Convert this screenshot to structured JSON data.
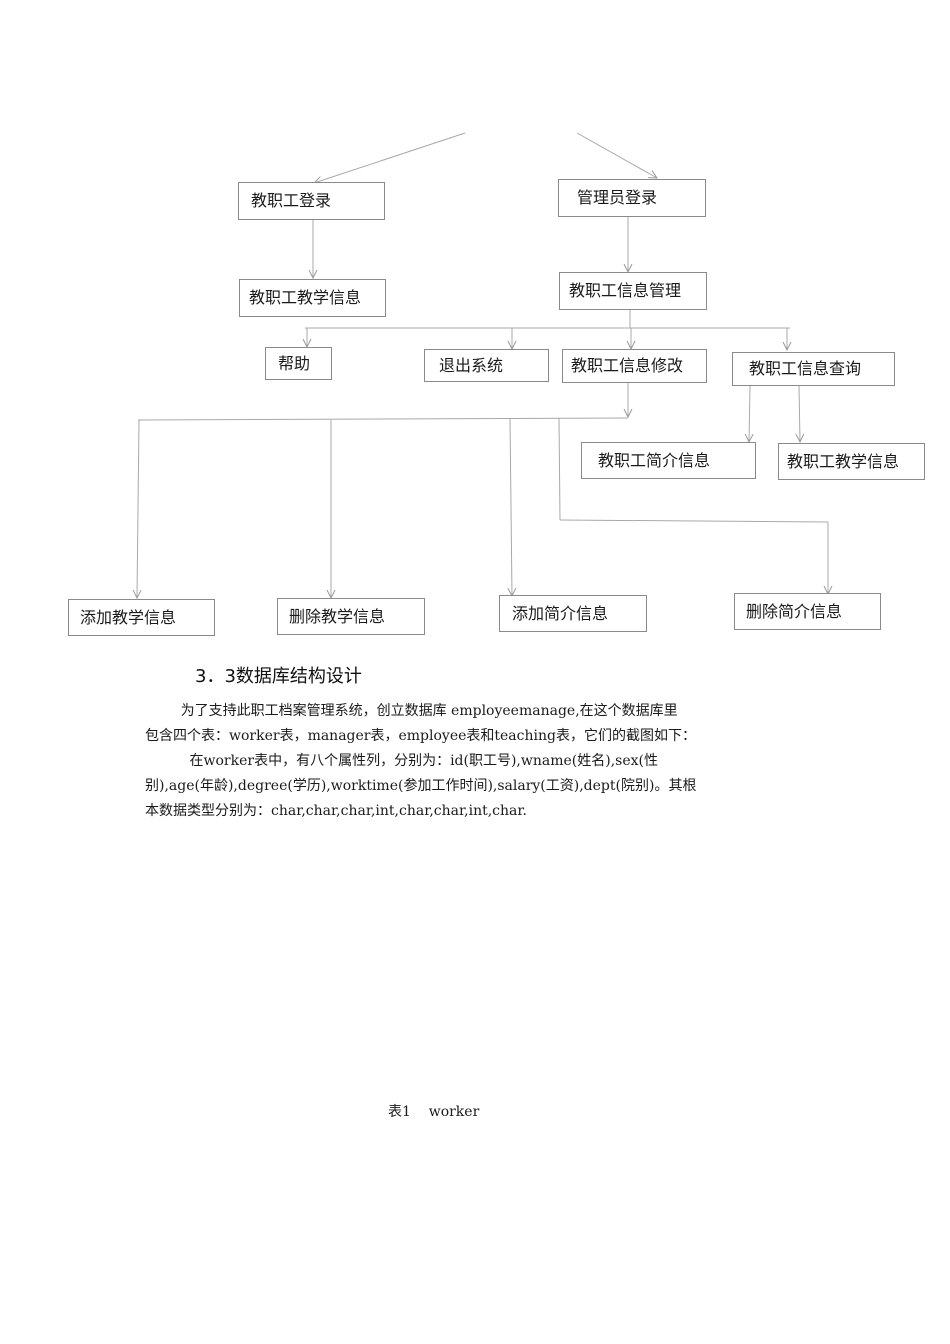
{
  "flowchart": {
    "teacher_login": "教职工登录",
    "admin_login": "管理员登录",
    "teacher_teaching_info_top": "教职工教学信息",
    "teacher_info_management": "教职工信息管理",
    "help": "帮助",
    "exit_system": "退出系统",
    "teacher_info_modify": "教职工信息修改",
    "teacher_info_query": "教职工信息查询",
    "teacher_profile_info": "教职工简介信息",
    "teacher_teaching_info_bottom": "教职工教学信息",
    "add_teaching_info": "添加教学信息",
    "delete_teaching_info": "删除教学信息",
    "add_profile_info": "添加简介信息",
    "delete_profile_info": "删除简介信息"
  },
  "section": {
    "heading": "3．3数据库结构设计",
    "para_lines": [
      "        为了支持此职工档案管理系统，创立数据库 employeemanage,在这个数据库里",
      "包含四个表：worker表，manager表，employee表和teaching表，它们的截图如下：",
      "          在worker表中，有八个属性列，分别为：id(职工号),wname(姓名),sex(性",
      "别),age(年龄),degree(学历),worktime(参加工作时间),salary(工资),dept(院别)。其根",
      "本数据类型分别为：char,char,char,int,char,char,int,char."
    ],
    "table_caption": "表1    worker"
  }
}
